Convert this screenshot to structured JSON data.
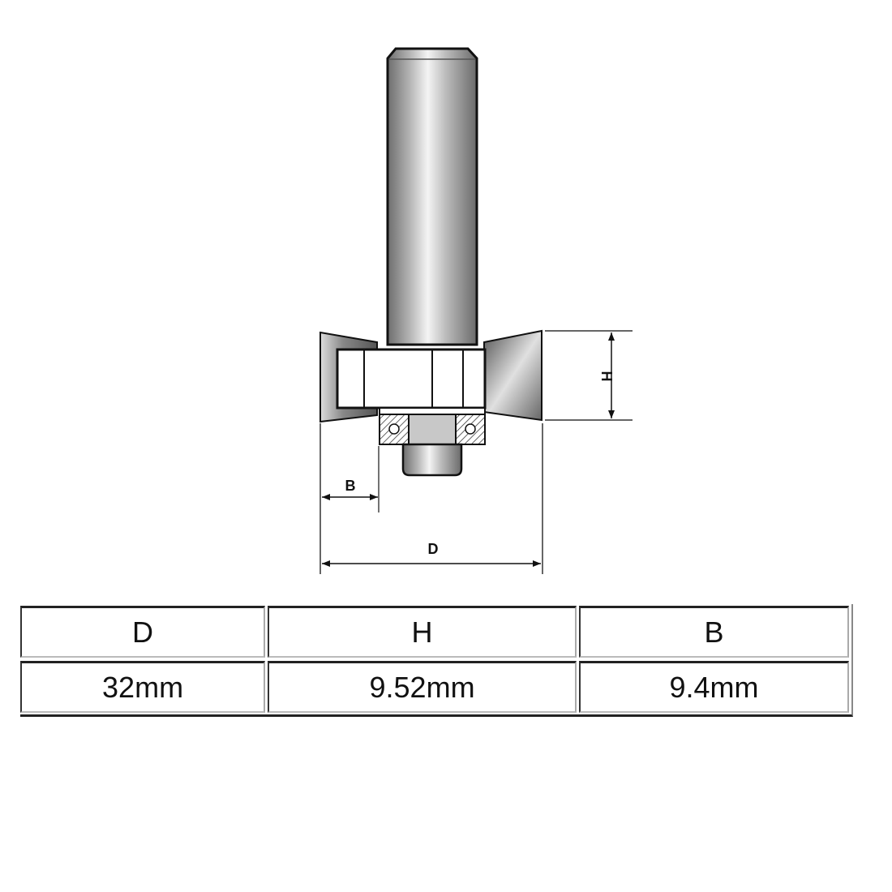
{
  "diagram": {
    "subject": "router bit with bearing (slot cutter)",
    "dimension_labels": {
      "D": "D",
      "H": "H",
      "B": "B"
    }
  },
  "table": {
    "headers": [
      "D",
      "H",
      "B"
    ],
    "values": [
      "32mm",
      "9.52mm",
      "9.4mm"
    ]
  }
}
